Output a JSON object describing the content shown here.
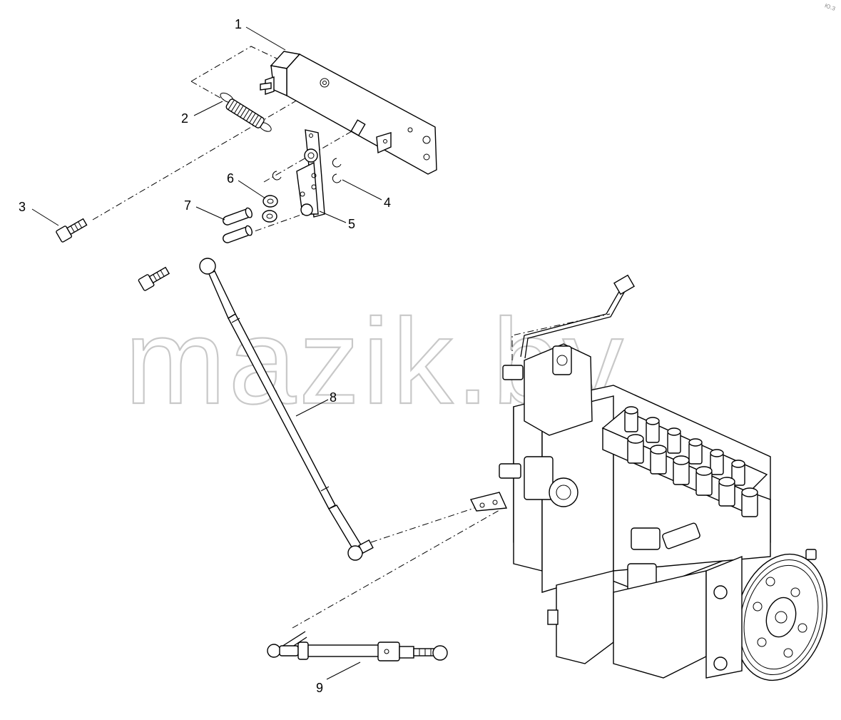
{
  "watermark": "mazik.by",
  "corner_mark": "Ю.З",
  "callouts": [
    "1",
    "2",
    "3",
    "4",
    "5",
    "6",
    "7",
    "8",
    "9"
  ]
}
